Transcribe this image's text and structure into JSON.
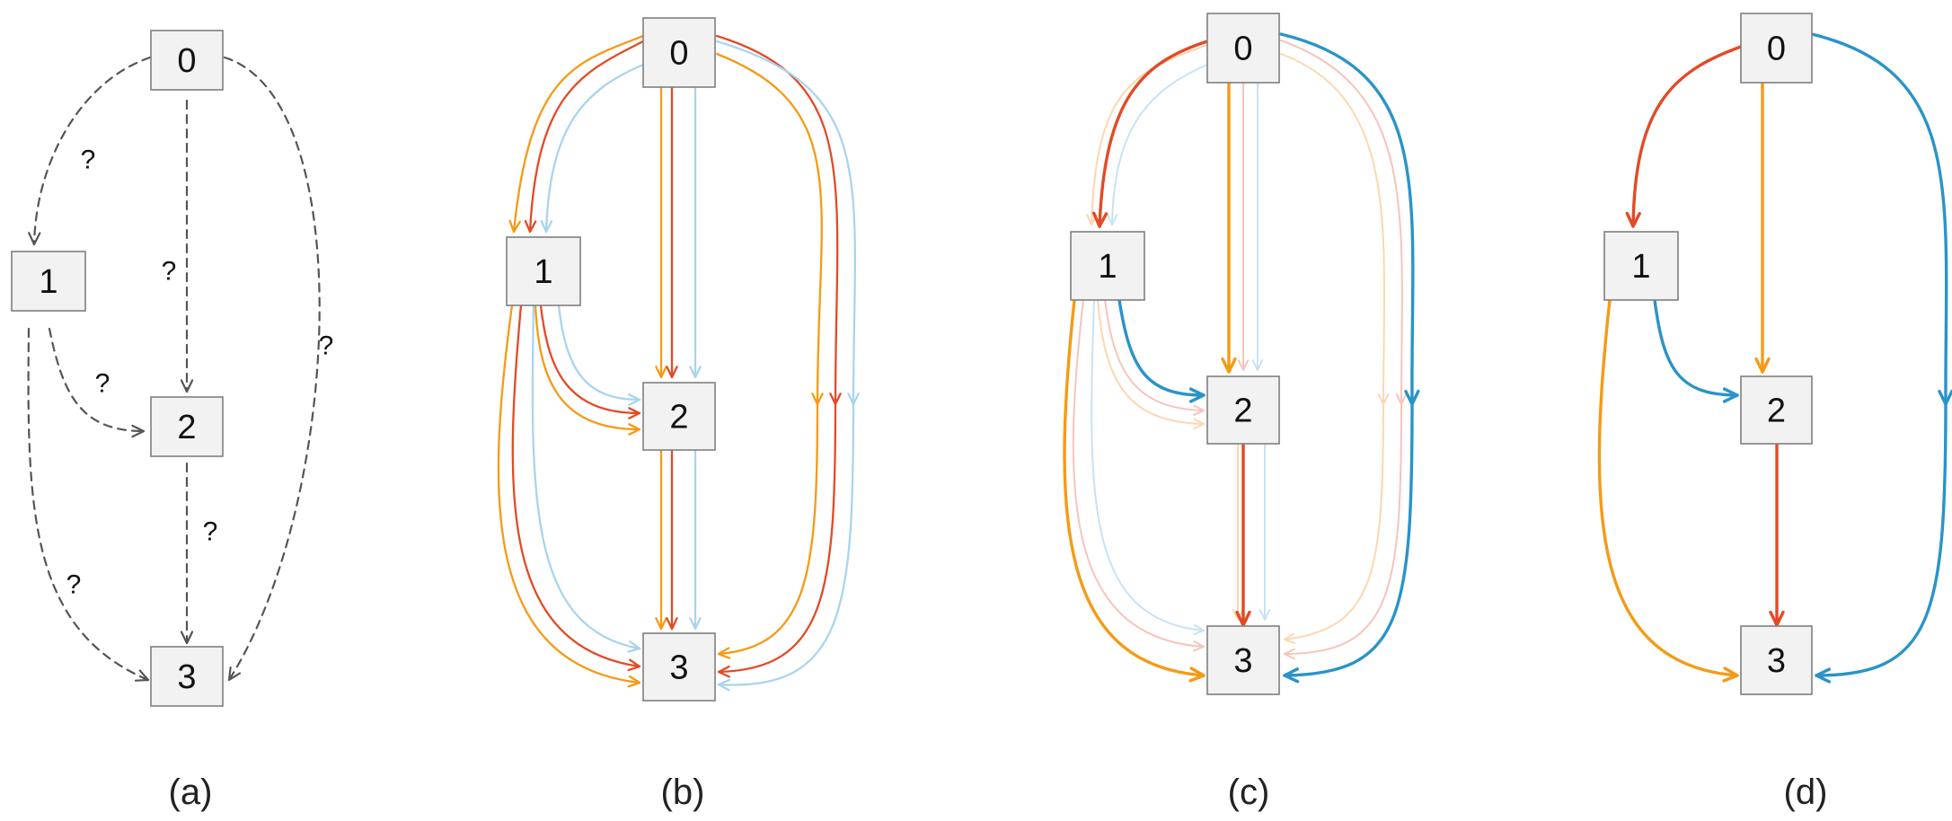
{
  "colors": {
    "dashed": "#555555",
    "red": "#e34a26",
    "orange": "#f59a16",
    "blue": "#2a93c9",
    "light_blue": "#a9d4ee",
    "faint_red": "#f6c4bb",
    "faint_orange": "#fcd7b0",
    "faint_blue": "#c8e2f3",
    "node_fill": "#f2f2f2",
    "node_stroke": "#7f7f7f"
  },
  "nodes": [
    "0",
    "1",
    "2",
    "3"
  ],
  "panels": [
    {
      "caption": "(a)",
      "edge_labels": [
        "?",
        "?",
        "?",
        "?",
        "?",
        "?"
      ],
      "edges": [
        {
          "from": "0",
          "to": "1",
          "style": "dashed"
        },
        {
          "from": "0",
          "to": "2",
          "style": "dashed"
        },
        {
          "from": "0",
          "to": "3",
          "style": "dashed"
        },
        {
          "from": "1",
          "to": "2",
          "style": "dashed"
        },
        {
          "from": "1",
          "to": "3",
          "style": "dashed"
        },
        {
          "from": "2",
          "to": "3",
          "style": "dashed"
        }
      ]
    },
    {
      "caption": "(b)",
      "edges": [
        {
          "from": "0",
          "to": "1",
          "colors": [
            "orange",
            "red",
            "light_blue"
          ]
        },
        {
          "from": "0",
          "to": "2",
          "colors": [
            "orange",
            "red",
            "light_blue"
          ]
        },
        {
          "from": "0",
          "to": "3",
          "colors": [
            "orange",
            "red",
            "light_blue"
          ]
        },
        {
          "from": "1",
          "to": "2",
          "colors": [
            "orange",
            "red",
            "light_blue"
          ]
        },
        {
          "from": "1",
          "to": "3",
          "colors": [
            "orange",
            "red",
            "light_blue"
          ]
        },
        {
          "from": "2",
          "to": "3",
          "colors": [
            "orange",
            "red",
            "light_blue"
          ]
        }
      ]
    },
    {
      "caption": "(c)",
      "edges": [
        {
          "from": "0",
          "to": "1",
          "highlight": "red"
        },
        {
          "from": "0",
          "to": "2",
          "highlight": "orange"
        },
        {
          "from": "0",
          "to": "3",
          "highlight": "blue"
        },
        {
          "from": "1",
          "to": "2",
          "highlight": "blue"
        },
        {
          "from": "1",
          "to": "3",
          "highlight": "orange"
        },
        {
          "from": "2",
          "to": "3",
          "highlight": "red"
        }
      ]
    },
    {
      "caption": "(d)",
      "edges": [
        {
          "from": "0",
          "to": "1",
          "color": "red"
        },
        {
          "from": "0",
          "to": "2",
          "color": "orange"
        },
        {
          "from": "0",
          "to": "3",
          "color": "blue"
        },
        {
          "from": "1",
          "to": "2",
          "color": "blue"
        },
        {
          "from": "1",
          "to": "3",
          "color": "orange"
        },
        {
          "from": "2",
          "to": "3",
          "color": "red"
        }
      ]
    }
  ]
}
